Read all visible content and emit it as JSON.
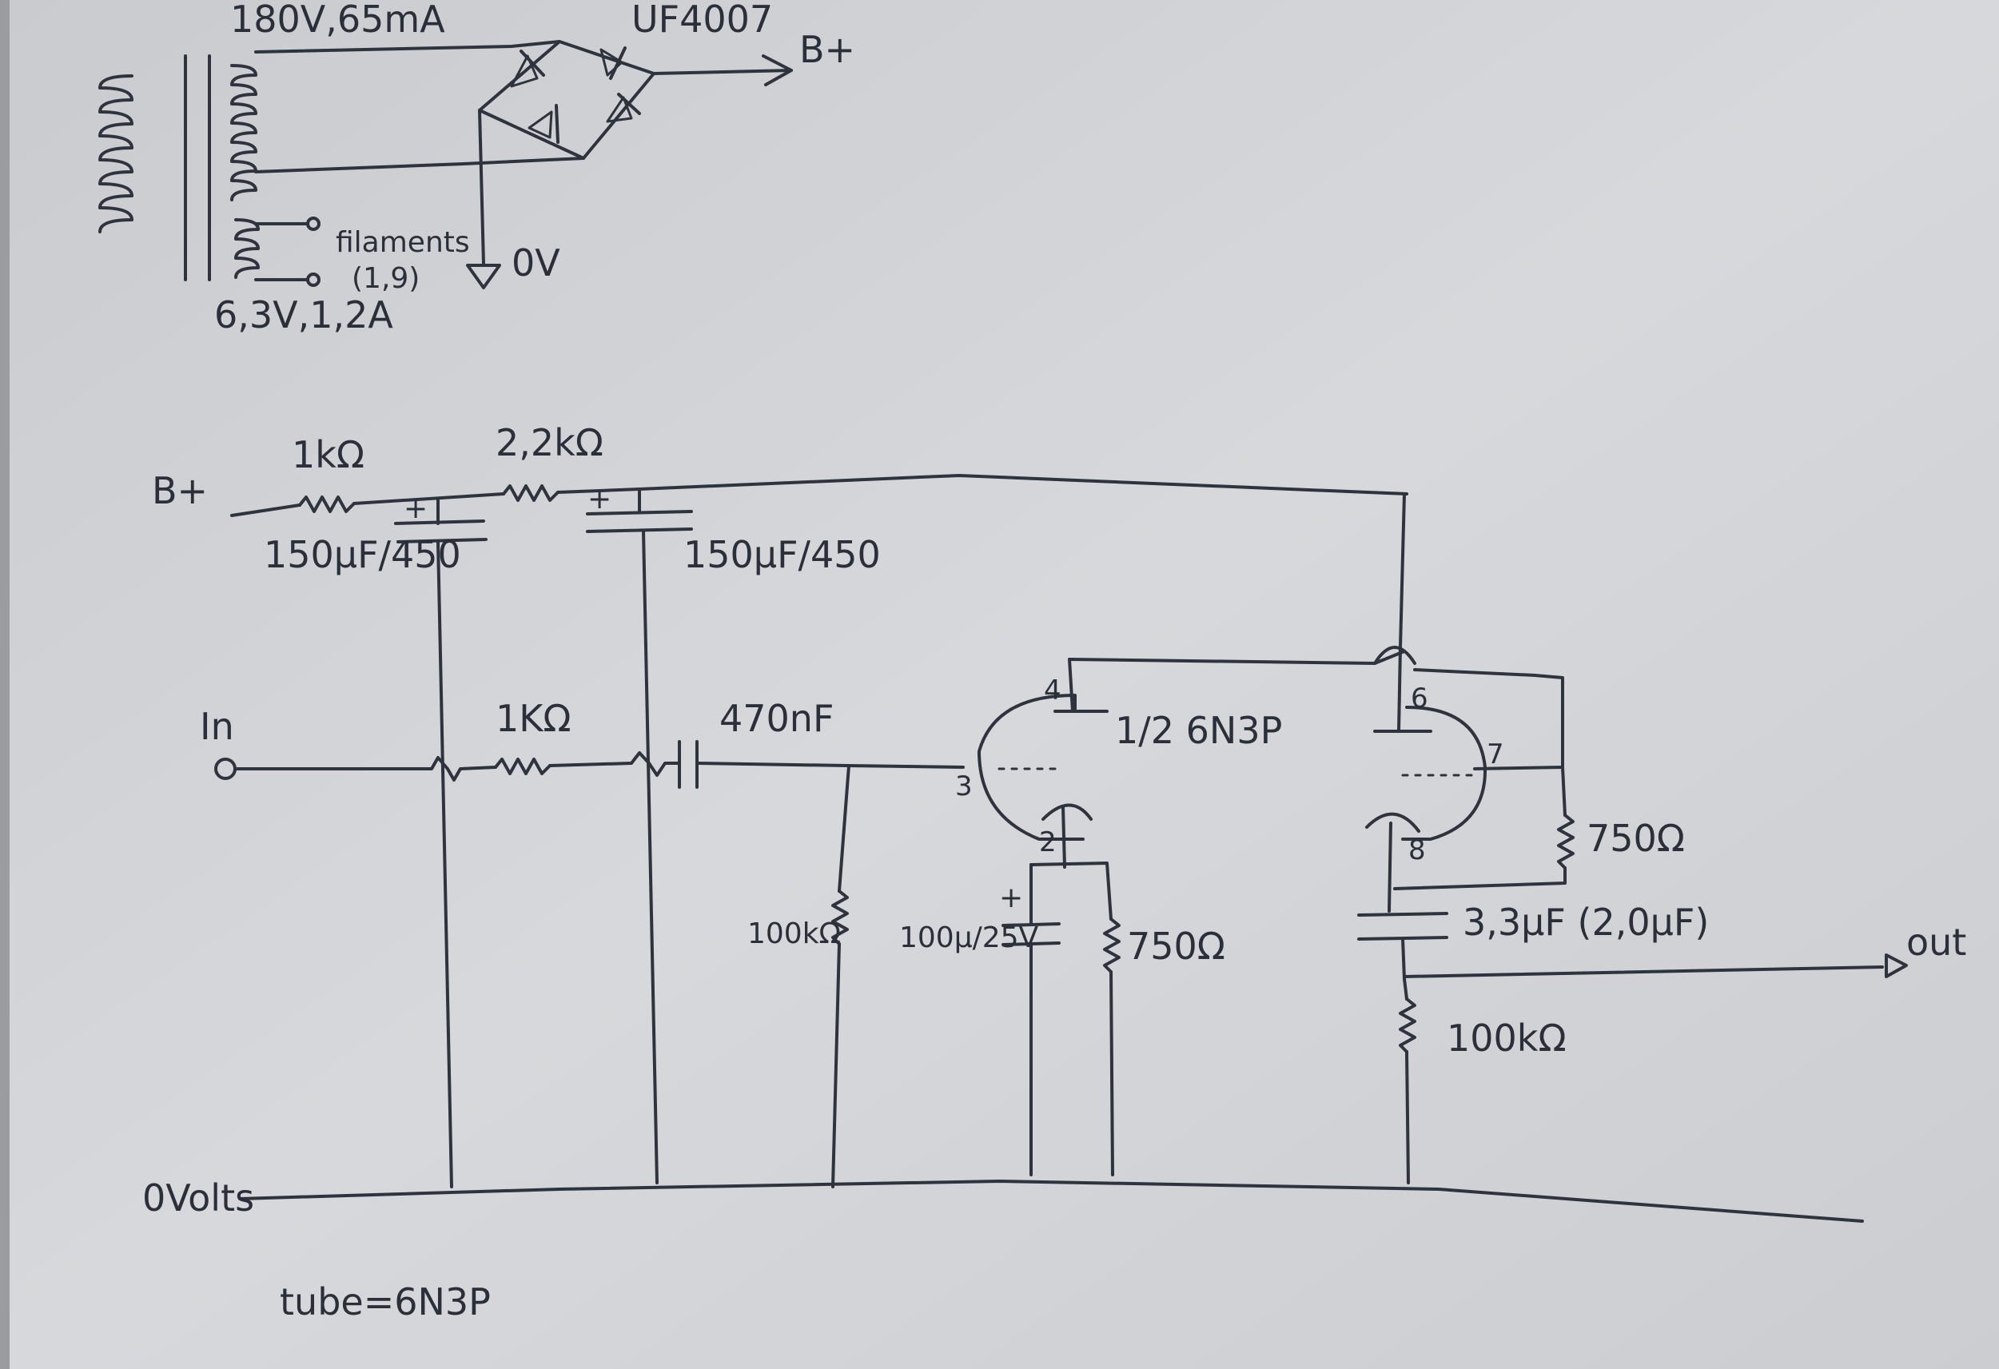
{
  "supply": {
    "hv_winding": "180V,65mA",
    "rectifier": "UF4007",
    "bplus_out": "B+",
    "heater_winding": "6,3V,1,2A",
    "filaments_label": "filaments",
    "filament_pins": "(1,9)",
    "ground": "0V"
  },
  "filter": {
    "bplus_in": "B+",
    "r1": "1kΩ",
    "c1": "150µF/450",
    "r2": "2,2kΩ",
    "c2": "150µF/450",
    "plus_mark": "+"
  },
  "input": {
    "label": "In",
    "r_series": "1KΩ",
    "c_coupling": "470nF",
    "r_grid": "100kΩ"
  },
  "stage1": {
    "tube_label": "1/2 6N3P",
    "pin_plate": "4",
    "pin_grid": "3",
    "pin_cathode": "2",
    "cathode_cap": "100µ/25V",
    "cathode_res": "750Ω",
    "plus_mark": "+"
  },
  "stage2": {
    "pin_plate": "6",
    "pin_grid": "7",
    "pin_cathode": "8",
    "res_750": "750Ω",
    "out_cap": "3,3µF (2,0µF)",
    "out_res": "100kΩ",
    "out_label": "out"
  },
  "ground_label": "0Volts",
  "tube_note": "tube=6N3P",
  "colors": {
    "paper": "#d4d6d9",
    "ink": "#2f333e"
  }
}
